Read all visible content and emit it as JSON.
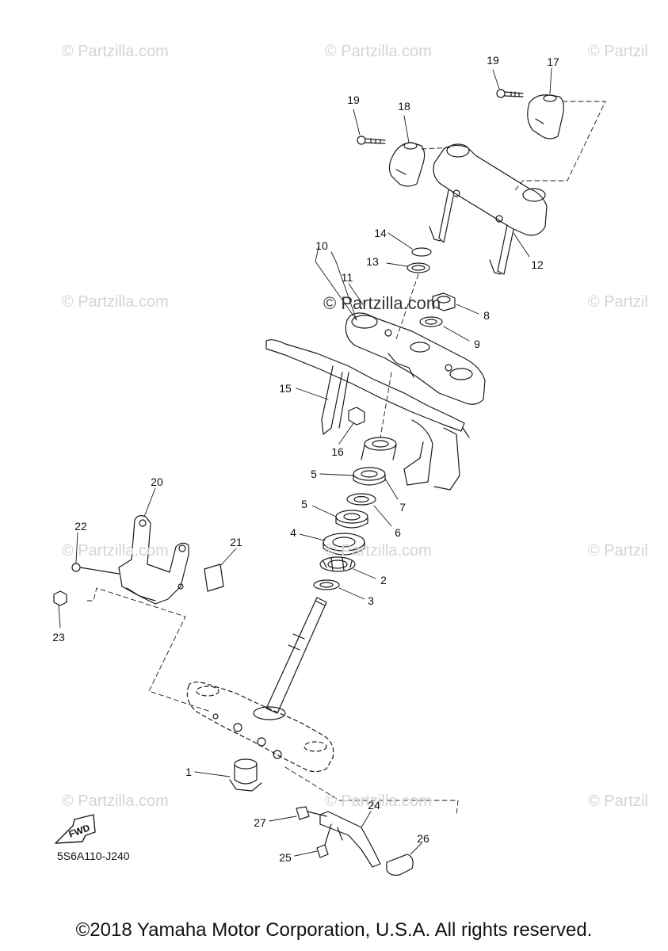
{
  "watermark": {
    "text": "© Partzilla.com",
    "partial_text": "© Partzil",
    "center_text": "© Partzilla.com"
  },
  "callouts": [
    "1",
    "2",
    "3",
    "4",
    "5",
    "5",
    "6",
    "7",
    "8",
    "9",
    "10",
    "11",
    "12",
    "13",
    "14",
    "15",
    "16",
    "17",
    "18",
    "19",
    "19",
    "20",
    "21",
    "22",
    "23",
    "24",
    "25",
    "26",
    "27"
  ],
  "fwd_label": "FWD",
  "diagram_code": "5S6A110-J240",
  "copyright": "©2018 Yamaha Motor Corporation, U.S.A. All rights reserved."
}
